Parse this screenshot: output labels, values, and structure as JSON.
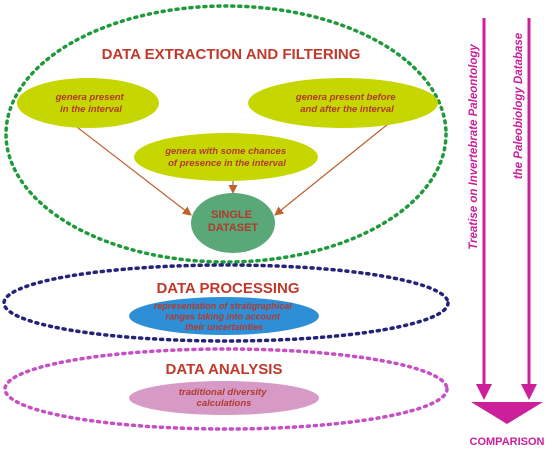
{
  "sections": {
    "extraction": {
      "title": "DATA EXTRACTION AND FILTERING"
    },
    "processing": {
      "title": "DATA PROCESSING"
    },
    "analysis": {
      "title": "DATA ANALYSIS"
    }
  },
  "nodes": {
    "present": {
      "line1": "genera present",
      "line2": "in the interval"
    },
    "before_after": {
      "line1": "genera present before",
      "line2": "and after the interval"
    },
    "chances": {
      "line1": "genera with some chances",
      "line2": "of presence in the interval"
    },
    "dataset": {
      "line1": "SINGLE",
      "line2": "DATASET"
    },
    "representation": {
      "line1": "representation of stratigraphical",
      "line2": "ranges taking into account",
      "line3": "their uncertainties"
    },
    "diversity": {
      "line1": "traditional diversity",
      "line2": "calculations"
    }
  },
  "sources": {
    "treatise": "Treatise on Invertebrate Paleontology",
    "pbdb": "the Paleobiology Database"
  },
  "comparison": "COMPARISON",
  "colors": {
    "section_title": "#c0392b",
    "extraction_ring": "#1f9a3b",
    "processing_ring": "#23237a",
    "analysis_ring": "#c64fc6",
    "lime_node": "#c6d600",
    "dataset_node": "#5aa877",
    "blue_node": "#2f8fd6",
    "pink_node": "#d79ac6",
    "node_text": "#b03a2e",
    "arrow_orange": "#c0612b",
    "magenta": "#cc1f9a"
  }
}
